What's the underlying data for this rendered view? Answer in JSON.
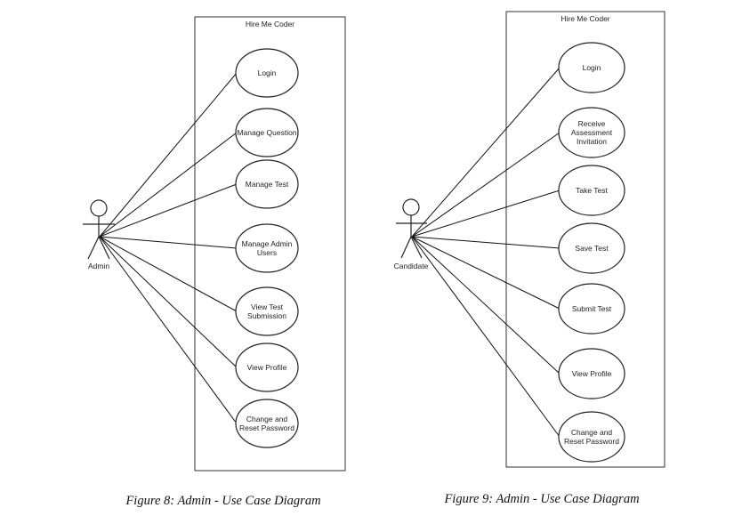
{
  "diagrams": [
    {
      "system_name": "Hire Me Coder",
      "actor": "Admin",
      "use_cases": [
        [
          "Login"
        ],
        [
          "Manage Question"
        ],
        [
          "Manage Test"
        ],
        [
          "Manage Admin",
          "Users"
        ],
        [
          "View Test",
          "Submission"
        ],
        [
          "View Profile"
        ],
        [
          "Change and",
          "Reset Password"
        ]
      ],
      "caption": "Figure 8: Admin - Use Case Diagram"
    },
    {
      "system_name": "Hire Me Coder",
      "actor": "Candidate",
      "use_cases": [
        [
          "Login"
        ],
        [
          "Receive",
          "Assessment",
          "Invitation"
        ],
        [
          "Take Test"
        ],
        [
          "Save Test"
        ],
        [
          "Submit Test"
        ],
        [
          "View Profile"
        ],
        [
          "Change and",
          "Reset Password"
        ]
      ],
      "caption": "Figure 9: Admin - Use Case Diagram"
    }
  ]
}
